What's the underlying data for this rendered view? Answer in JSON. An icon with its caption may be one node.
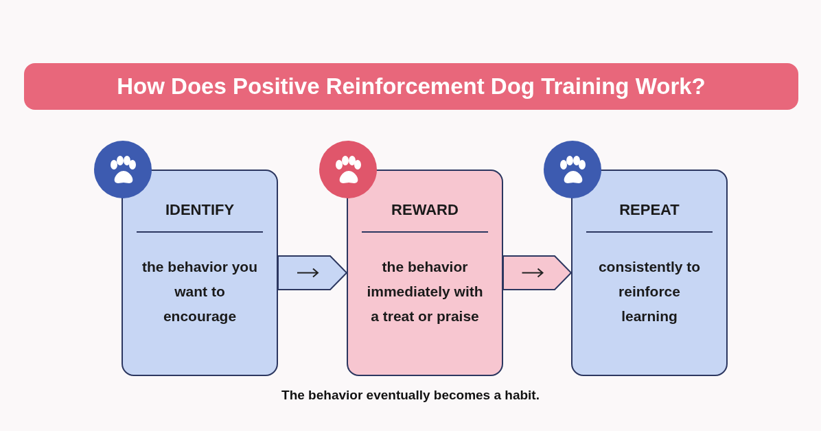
{
  "diagram": {
    "title": "How Does Positive Reinforcement Dog Training Work?",
    "caption": "The behavior eventually becomes a habit.",
    "nodes": [
      {
        "text": [
          "IDENTIFY",
          "the behavior you want to encourage"
        ]
      },
      {
        "text": [
          "REWARD",
          "the behavior immediately with a treat or praise"
        ]
      },
      {
        "text": [
          "REPEAT",
          "consistently to reinforce learning"
        ]
      }
    ],
    "edges": [
      {
        "from": 0,
        "to": 1,
        "arrow": "to"
      },
      {
        "from": 1,
        "to": 2,
        "arrow": "to"
      }
    ]
  }
}
